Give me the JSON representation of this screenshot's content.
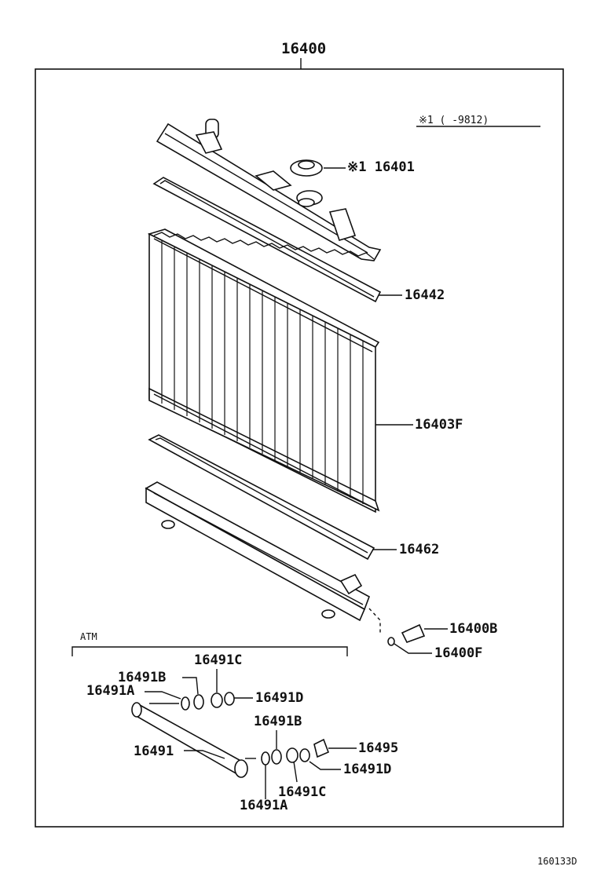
{
  "diagram": {
    "assembly_number": "16400",
    "note": "※1 (      -9812)",
    "section_label": "ATM",
    "figure_code": "160133D",
    "callouts": {
      "p16401": "※1 16401",
      "p16442": "16442",
      "p16403F": "16403F",
      "p16462": "16462",
      "p16400B": "16400B",
      "p16400F": "16400F",
      "p16491C_top": "16491C",
      "p16491B_top": "16491B",
      "p16491A_top": "16491A",
      "p16491D_top": "16491D",
      "p16491B_low": "16491B",
      "p16491": "16491",
      "p16495": "16495",
      "p16491D_low": "16491D",
      "p16491C_low": "16491C",
      "p16491A_low": "16491A"
    }
  }
}
